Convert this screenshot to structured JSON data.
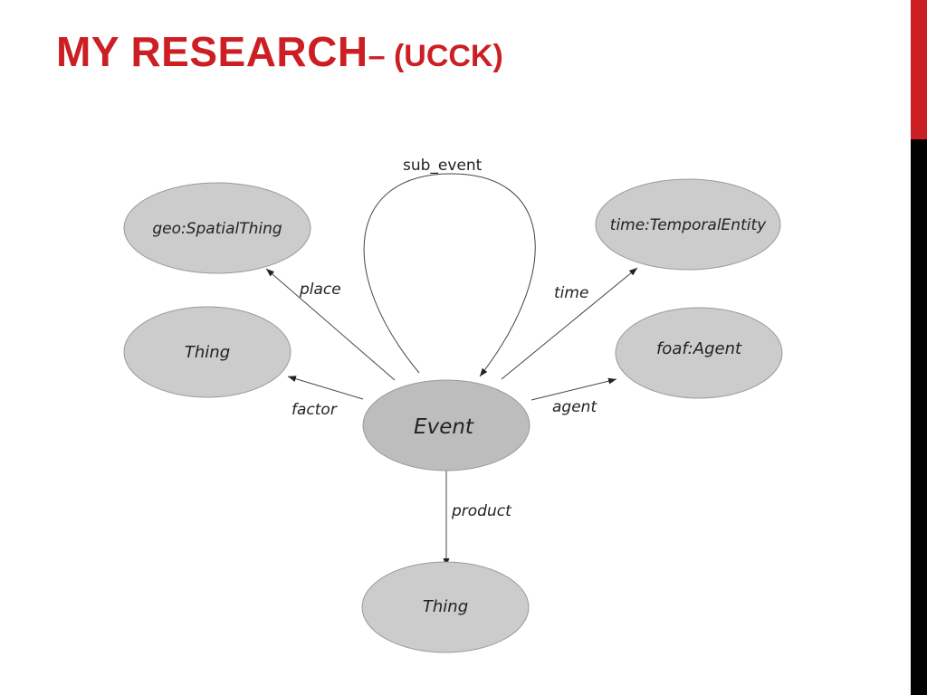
{
  "slide": {
    "title_main": "MY RESEARCH",
    "title_sub": "– (UCCK)"
  },
  "diagram": {
    "nodes": {
      "event": "Event",
      "spatial": "geo:SpatialThing",
      "temporal": "time:TemporalEntity",
      "thing_left": "Thing",
      "agent": "foaf:Agent",
      "thing_bottom": "Thing"
    },
    "edges": {
      "sub_event": "sub_event",
      "place": "place",
      "time": "time",
      "factor": "factor",
      "agent": "agent",
      "product": "product"
    }
  },
  "colors": {
    "accent": "#cc1f24",
    "node_fill": "#cccccc",
    "event_fill": "#bdbdbd",
    "node_stroke": "#9a9a9a"
  }
}
